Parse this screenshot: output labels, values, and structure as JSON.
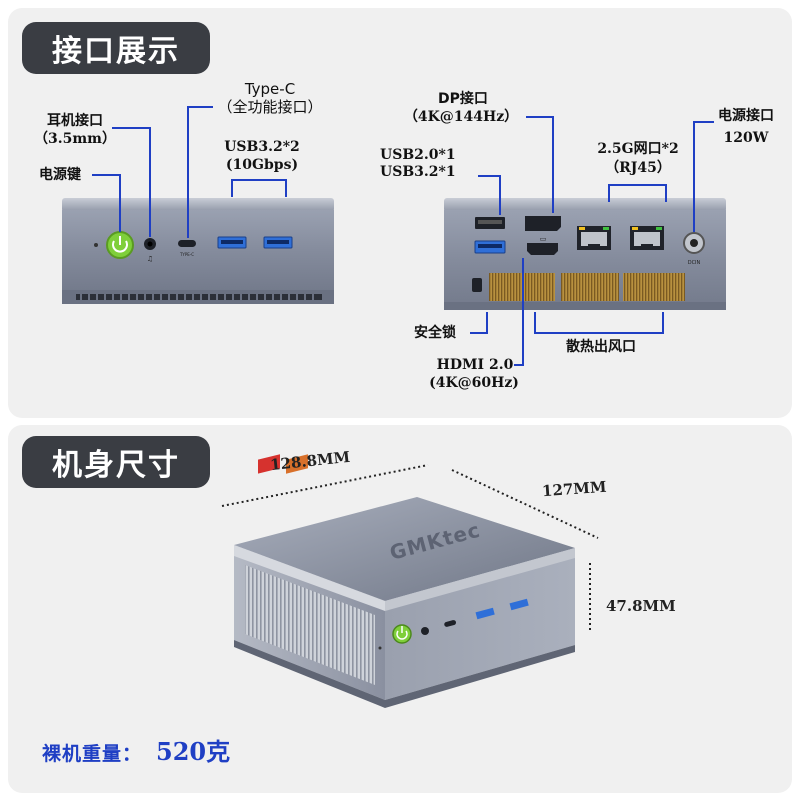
{
  "sections": {
    "ports_title": "接口展示",
    "size_title": "机身尺寸"
  },
  "front_labels": {
    "headphone": "耳机接口",
    "headphone_size": "（3.5mm）",
    "power_button": "电源键",
    "typec": "Type-C",
    "typec_desc": "（全功能接口）",
    "usb32x2": "USB3.2*2",
    "usb32x2_speed": "(10Gbps)"
  },
  "rear_labels": {
    "dp": "DP接口",
    "dp_spec": "（4K@144Hz）",
    "usb20": "USB2.0*1",
    "usb32": "USB3.2*1",
    "lan": "2.5G网口*2",
    "lan_type": "（RJ45）",
    "power_port": "电源接口",
    "power_watt": "120W",
    "lock": "安全锁",
    "vent": "散热出风口",
    "hdmi": "HDMI 2.0",
    "hdmi_spec": "(4K@60Hz)"
  },
  "dimensions": {
    "length": "128.8MM",
    "width": "127MM",
    "height": "47.8MM"
  },
  "weight": {
    "label": "裸机重量：",
    "value": "520克"
  },
  "device": {
    "brand": "GMKtec",
    "typec_tag": "TYPE-C",
    "dc_tag": "DCIN"
  },
  "colors": {
    "annotation_line": "#1f3fc4",
    "pill_bg": "#3a3d43",
    "power_button": "#7fcf3a",
    "chassis": "#7f8799",
    "usb_blue": "#2f6fd8",
    "vent_gold": "#b08a3a"
  }
}
